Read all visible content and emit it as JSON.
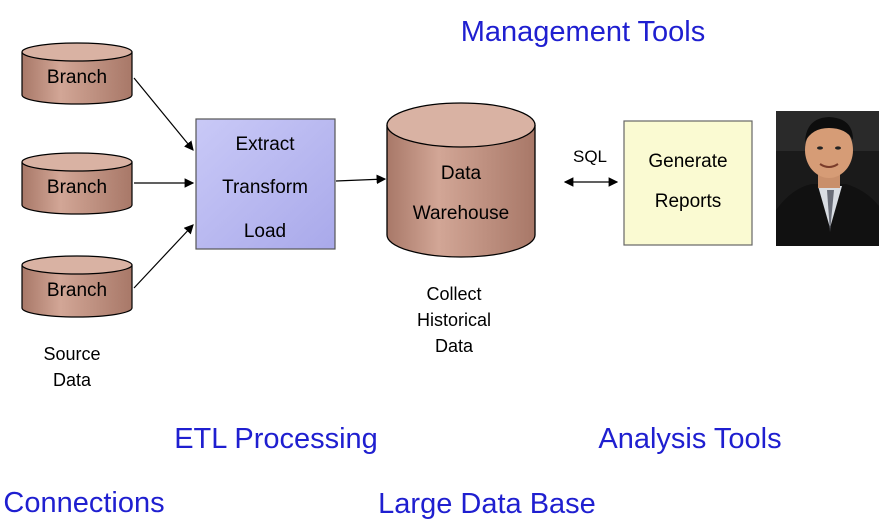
{
  "headings": {
    "management_tools": "Management Tools",
    "etl_processing": "ETL Processing",
    "analysis_tools": "Analysis Tools",
    "connections": "Connections",
    "large_data_base": "Large Data Base"
  },
  "sources": {
    "branch_1": "Branch",
    "branch_2": "Branch",
    "branch_3": "Branch",
    "caption_line1": "Source",
    "caption_line2": "Data"
  },
  "etl_box": {
    "line1": "Extract",
    "line2": "Transform",
    "line3": "Load"
  },
  "warehouse": {
    "line1": "Data",
    "line2": "Warehouse",
    "caption_line1": "Collect",
    "caption_line2": "Historical",
    "caption_line3": "Data"
  },
  "connector": {
    "sql_label": "SQL"
  },
  "reports_box": {
    "line1": "Generate",
    "line2": "Reports"
  },
  "colors": {
    "cylinder_fill": "#c89a8a",
    "cylinder_top": "#d9b2a3",
    "etl_fill": "#b8b8f2",
    "report_fill": "#fafad2",
    "heading_blue": "#1f1fd0"
  },
  "photo": {
    "icon": "presenter-photo"
  }
}
